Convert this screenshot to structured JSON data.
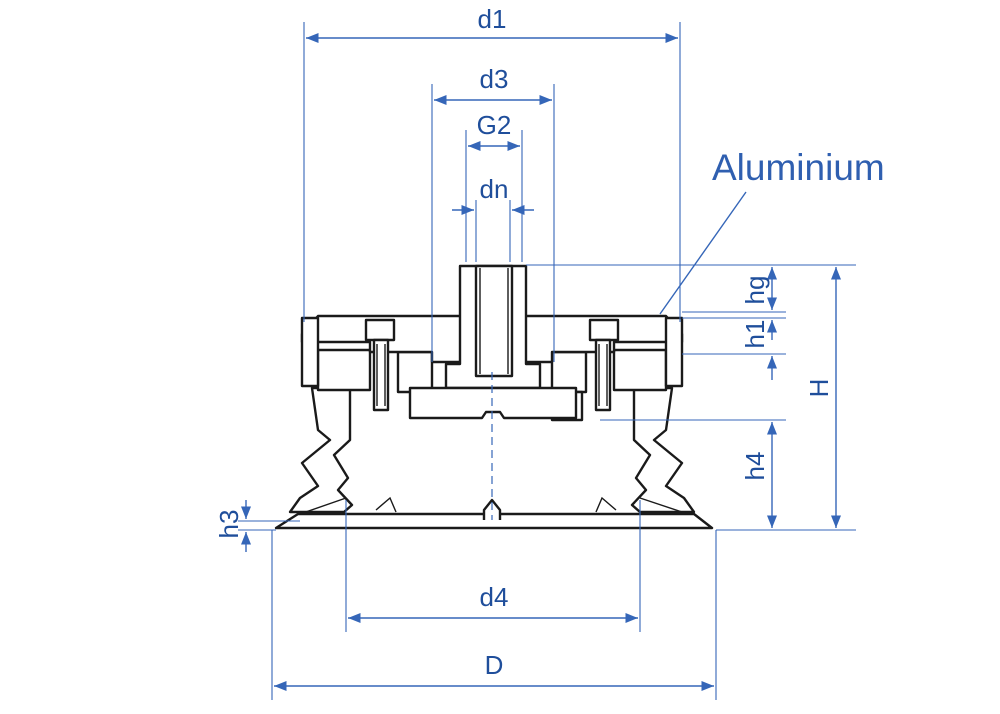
{
  "labels": {
    "d1": "d1",
    "d3": "d3",
    "G2": "G2",
    "dn": "dn",
    "d4": "d4",
    "D": "D",
    "H": "H",
    "hg": "hg",
    "h1": "h1",
    "h4": "h4",
    "h3": "h3"
  },
  "callout": {
    "material": "Aluminium"
  },
  "colors": {
    "dimension": "#3566b8",
    "text": "#1f4e9b",
    "outline": "#1a1a1a"
  }
}
